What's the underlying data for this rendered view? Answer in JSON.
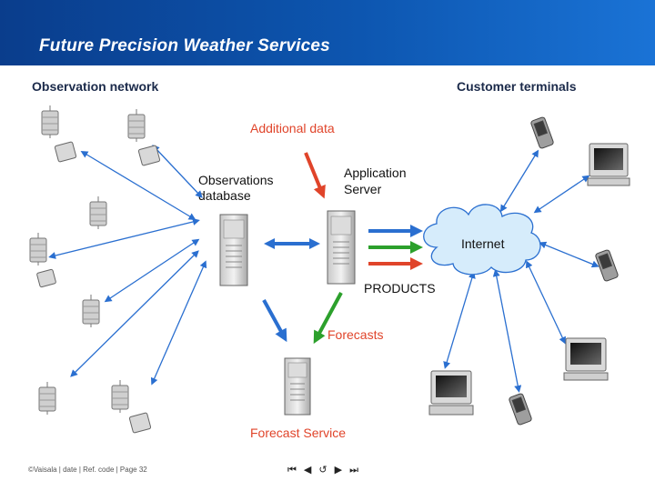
{
  "header": {
    "title": "Future Precision Weather Services"
  },
  "labels": {
    "observation_network": "Observation network",
    "customer_terminals": "Customer terminals",
    "additional_data": "Additional data",
    "observations_database_line1": "Observations",
    "observations_database_line2": "database",
    "application_server_line1": "Application",
    "application_server_line2": "Server",
    "internet": "Internet",
    "products": "PRODUCTS",
    "forecasts": "Forecasts",
    "forecast_service": "Forecast Service"
  },
  "footer": {
    "text": "©Vaisala | date | Ref. code | Page 32"
  },
  "nav": {
    "first": "⏮",
    "prev": "◀",
    "back": "↺",
    "next": "▶",
    "last": "⏭"
  },
  "colors": {
    "header": "#0d56b0",
    "arrow_blue": "#2a6fd0",
    "arrow_red": "#e0442a",
    "arrow_green": "#2ca02c",
    "cloud": "#d6ecfb"
  }
}
